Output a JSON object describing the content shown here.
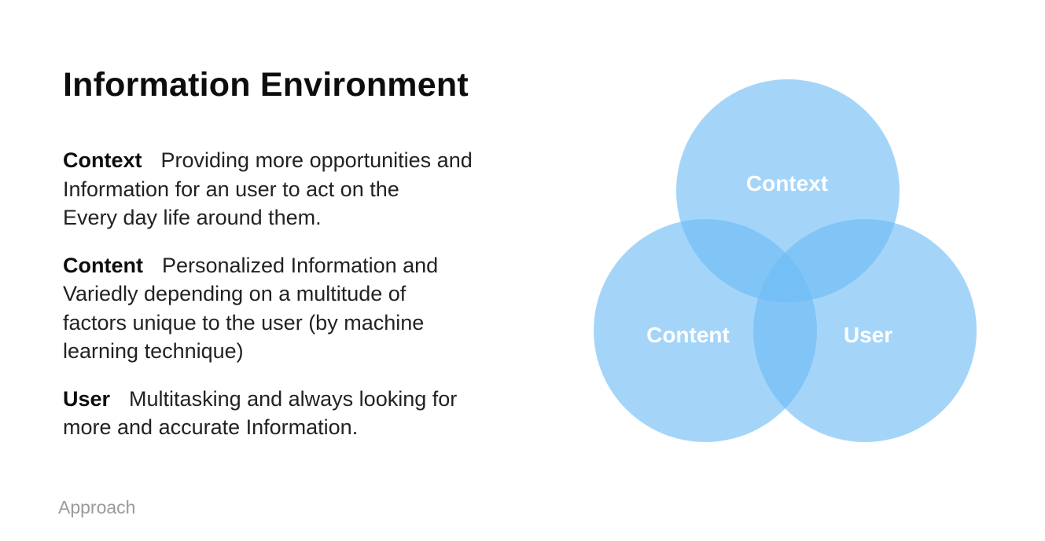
{
  "slide": {
    "title": "Information Environment",
    "footer": "Approach"
  },
  "definitions": [
    {
      "term": "Context",
      "lines": [
        "Providing more opportunities and",
        "Information for an user to act on the",
        "Every day life around them."
      ]
    },
    {
      "term": "Content",
      "lines": [
        "Personalized Information and",
        "Variedly depending on a multitude of",
        "factors unique to the user (by machine",
        "learning technique)"
      ]
    },
    {
      "term": "User",
      "lines": [
        "Multitasking and always looking for",
        "more and accurate Information."
      ]
    }
  ],
  "venn": {
    "circle_color": "#6cbcf5",
    "label_color": "#ffffff",
    "sets": [
      "Context",
      "Content",
      "User"
    ]
  }
}
